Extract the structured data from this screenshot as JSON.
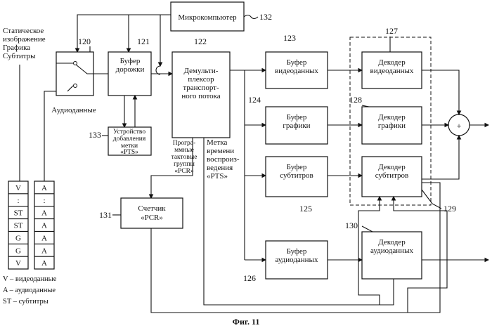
{
  "figure_caption": "Фиг. 11",
  "input_label": [
    "Статическое",
    "изображение",
    "Графика",
    "Субтитры"
  ],
  "audio_label": "Аудиоданные",
  "blocks": {
    "microcomputer": {
      "num": "132",
      "lines": [
        "Микрокомпьютер"
      ]
    },
    "switch": {
      "num": "120"
    },
    "track_buffer": {
      "num": "121",
      "lines": [
        "Буфер",
        "дорожки"
      ]
    },
    "demux": {
      "num": "122",
      "lines": [
        "Демульти-",
        "плексор",
        "транспорт-",
        "ного потока"
      ]
    },
    "pts_adder": {
      "num": "133",
      "lines": [
        "Устройство",
        "добавления",
        "метки",
        "«PTS»"
      ]
    },
    "video_buffer": {
      "num": "123",
      "lines": [
        "Буфер",
        "видеоданных"
      ]
    },
    "graphics_buffer": {
      "num": "124",
      "lines": [
        "Буфер",
        "графики"
      ]
    },
    "subtitle_buffer": {
      "num": "125",
      "lines": [
        "Буфер",
        "субтитров"
      ]
    },
    "audio_buffer": {
      "num": "126",
      "lines": [
        "Буфер",
        "аудиоданных"
      ]
    },
    "decoder_group": {
      "num": "127"
    },
    "video_decoder": {
      "lines": [
        "Декодер",
        "видеоданных"
      ]
    },
    "graphics_decoder": {
      "num": "128",
      "lines": [
        "Декодер",
        "графики"
      ]
    },
    "subtitle_decoder": {
      "num": "129",
      "lines": [
        "Декодер",
        "субтитров"
      ]
    },
    "audio_decoder": {
      "num": "130",
      "lines": [
        "Декодер",
        "аудиоданных"
      ]
    },
    "pcr_counter": {
      "num": "131",
      "lines": [
        "Счетчик",
        "«PCR»"
      ]
    },
    "adder": {
      "symbol": "+"
    }
  },
  "pcr_label": [
    "Програ-",
    "ммные",
    "тактовые",
    "группы",
    "«PCR»"
  ],
  "pts_label": [
    "Метка",
    "времени",
    "воспроиз-",
    "ведения",
    "«PTS»"
  ],
  "stream_v": [
    "V",
    ":",
    "ST",
    "ST",
    "G",
    "G",
    "V"
  ],
  "stream_a": [
    "A",
    ":",
    "A",
    "A",
    "A",
    "A",
    "A"
  ],
  "legend": [
    "V – видеоданные",
    "A – аудиоданные",
    "ST – субтитры"
  ]
}
